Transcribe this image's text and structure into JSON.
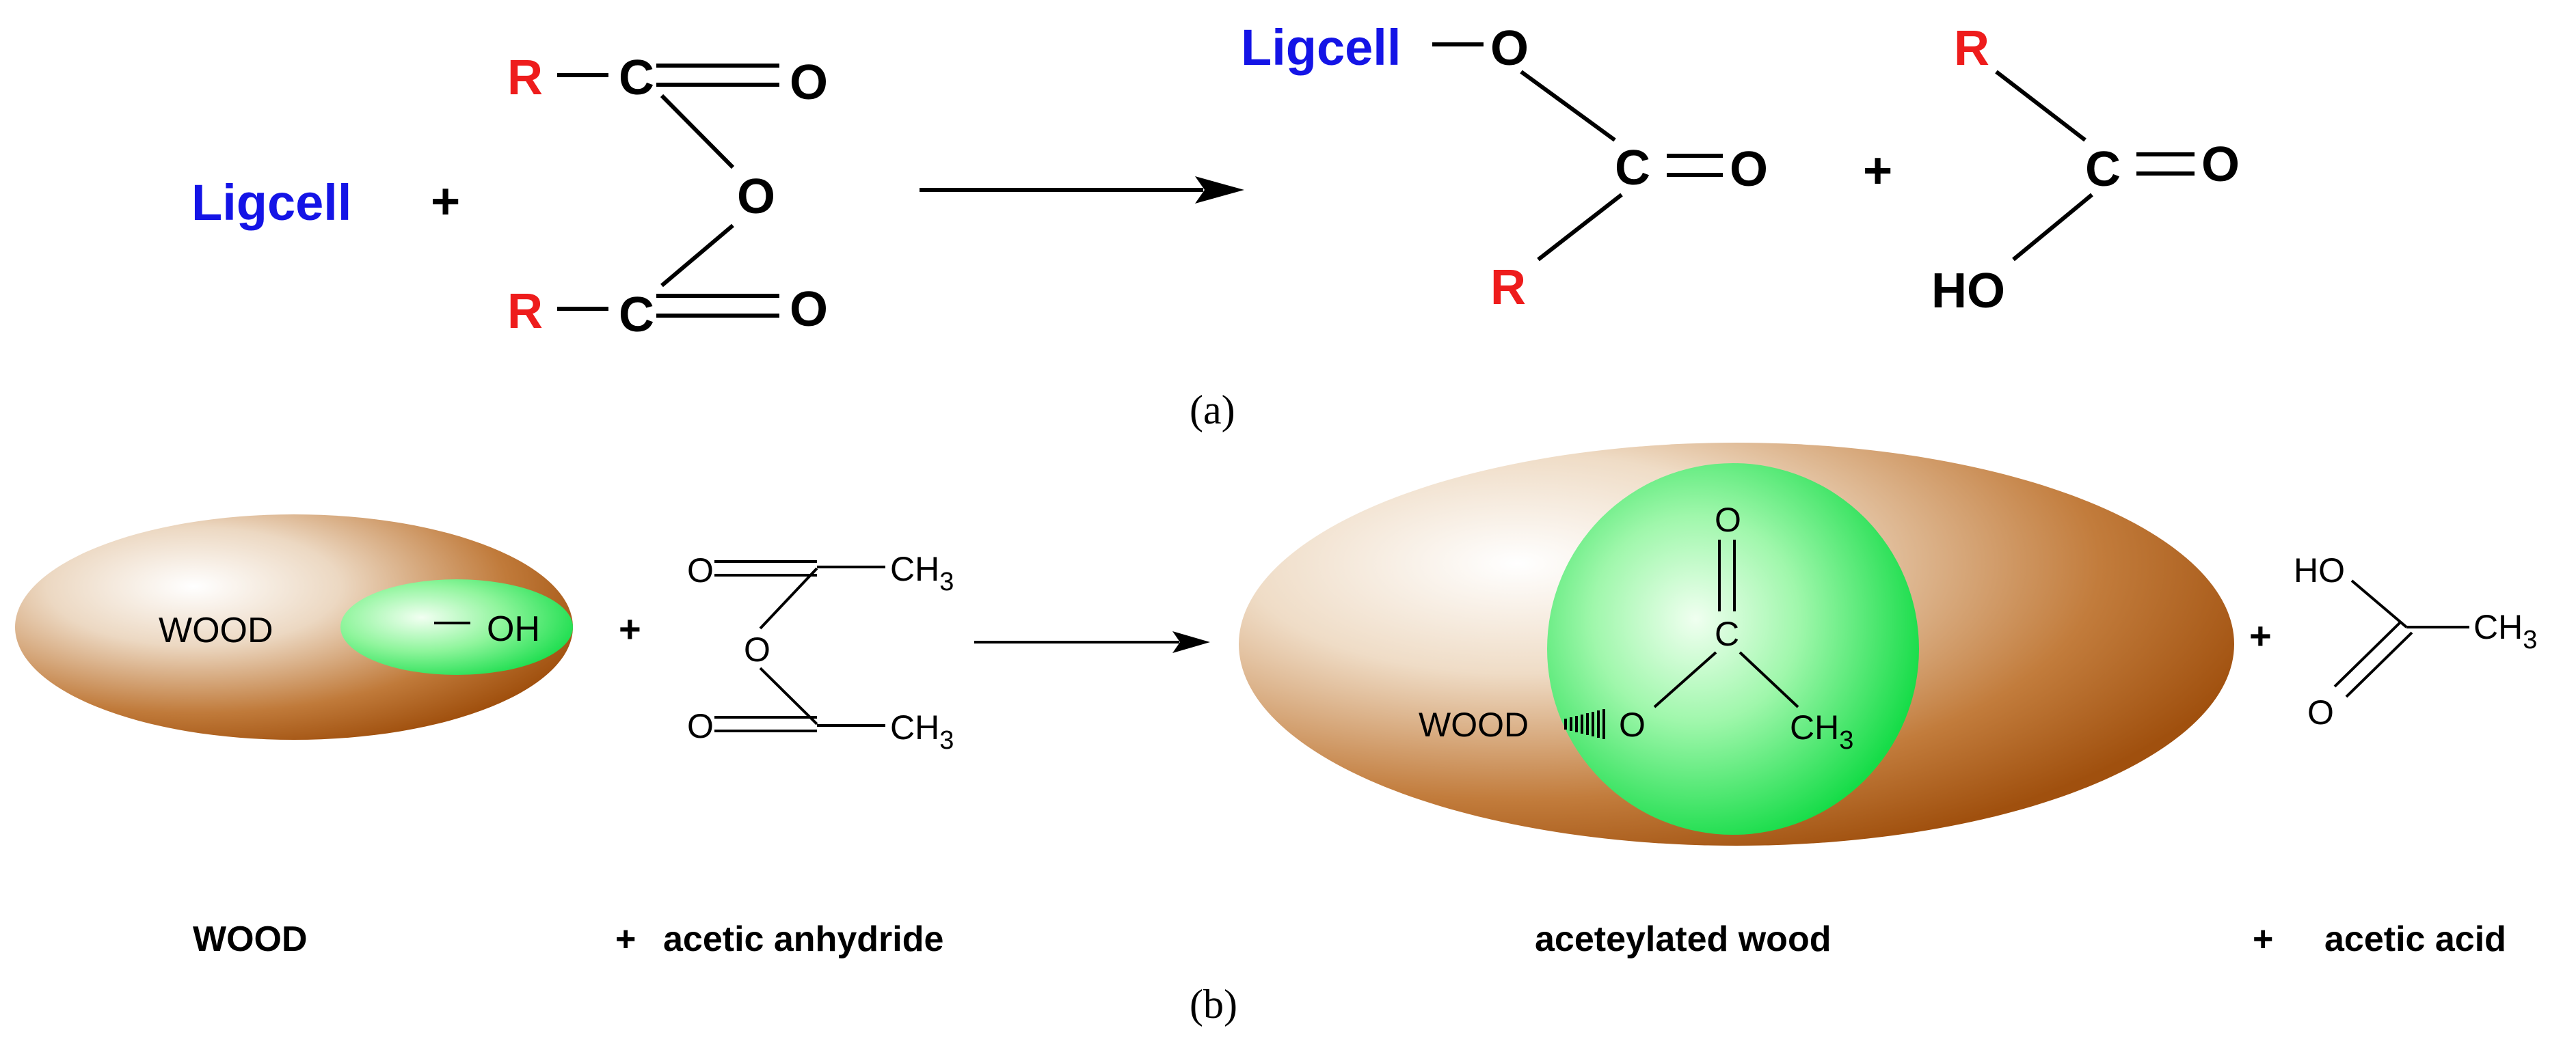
{
  "colors": {
    "blue": "#1414e6",
    "red": "#ee1c1c",
    "black": "#000000",
    "wood_dark": "#a85a12",
    "wood_light": "#ffffff",
    "green": "#18e050",
    "green_light": "#e8ffe8"
  },
  "panel_a": {
    "reactant_ligcell": "Ligcell",
    "plus1": "+",
    "anhydride": {
      "r_top": "R",
      "c_top": "C",
      "o_top": "O",
      "o_bridge": "O",
      "r_bottom": "R",
      "c_bottom": "C",
      "o_bottom": "O"
    },
    "product_ester": {
      "ligcell": "Ligcell",
      "o_link": "O",
      "c": "C",
      "o_carbonyl": "O",
      "r": "R"
    },
    "plus2": "+",
    "product_acid": {
      "r": "R",
      "c": "C",
      "o_carbonyl": "O",
      "ho": "HO"
    },
    "caption": "(a)"
  },
  "panel_b": {
    "wood_label": "WOOD",
    "oh_label": "OH",
    "plus1": "+",
    "anhydride": {
      "o_top": "O",
      "ch3_top": "CH",
      "ch3_top_sub": "3",
      "o_bridge": "O",
      "o_bottom": "O",
      "ch3_bottom": "CH",
      "ch3_bottom_sub": "3"
    },
    "product": {
      "wood": "WOOD",
      "o_link": "O",
      "c": "C",
      "o_carbonyl": "O",
      "ch3": "CH",
      "ch3_sub": "3"
    },
    "plus2": "+",
    "acid": {
      "ho": "HO",
      "ch3": "CH",
      "ch3_sub": "3",
      "o": "O"
    },
    "captions": {
      "wood": "WOOD",
      "plus_anhydride": "+",
      "anhydride": "acetic anhydride",
      "acetylated": "aceteylated wood",
      "plus_acid": "+",
      "acid": "acetic acid"
    },
    "caption": "(b)"
  }
}
